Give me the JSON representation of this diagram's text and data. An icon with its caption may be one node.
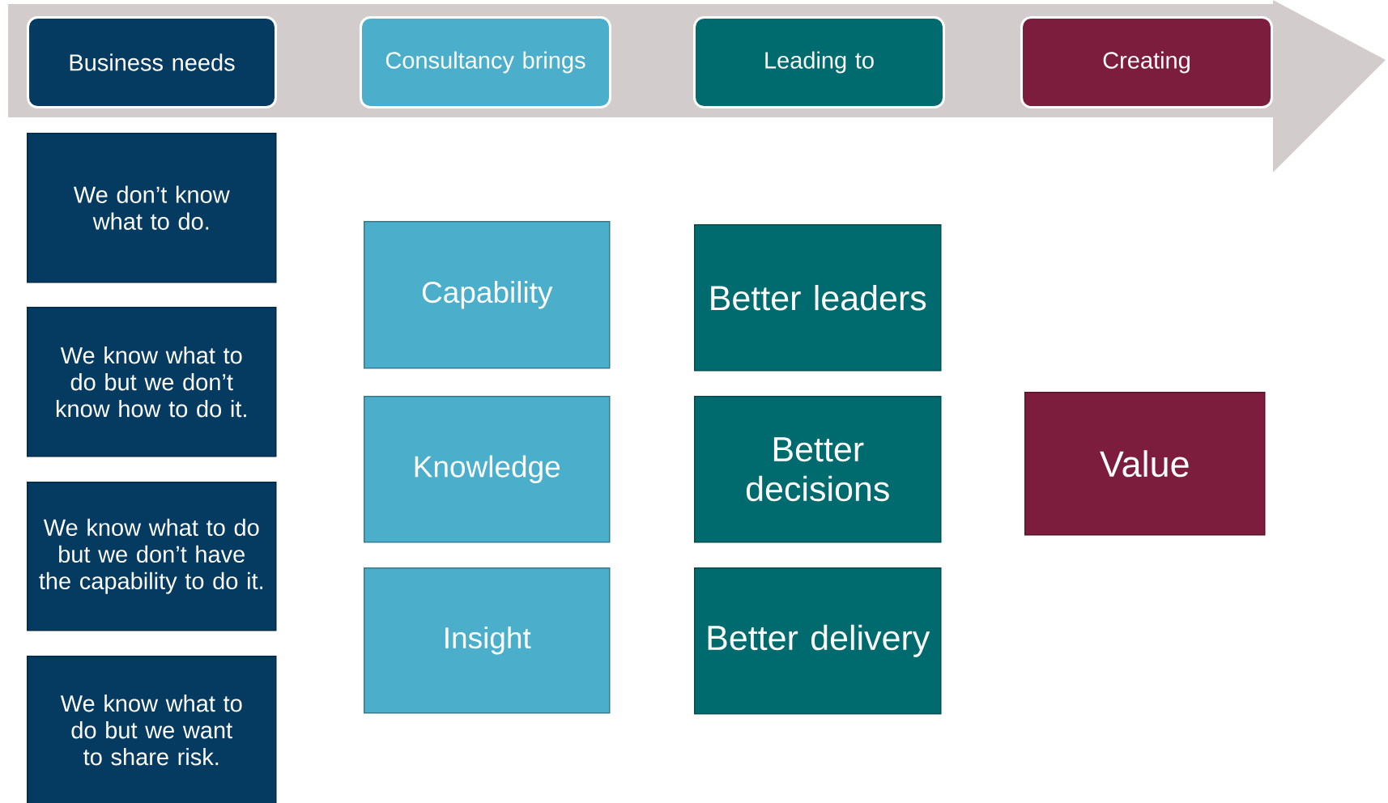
{
  "diagram": {
    "nodes": [
      {
        "text": [
          "Business needs"
        ]
      },
      {
        "text": [
          "Consultancy brings"
        ]
      },
      {
        "text": [
          "Leading to"
        ]
      },
      {
        "text": [
          "Creating"
        ]
      },
      {
        "text": [
          "We don’t know what to do."
        ]
      },
      {
        "text": [
          "We know what to do but we don’t know how to do it."
        ]
      },
      {
        "text": [
          "We know what to do but we don’t have the capability to do it."
        ]
      },
      {
        "text": [
          "We know what to do but we want to share risk."
        ]
      },
      {
        "text": [
          "Capability"
        ]
      },
      {
        "text": [
          "Knowledge"
        ]
      },
      {
        "text": [
          "Insight"
        ]
      },
      {
        "text": [
          "Better leaders"
        ]
      },
      {
        "text": [
          "Better decisions"
        ]
      },
      {
        "text": [
          "Better delivery"
        ]
      },
      {
        "text": [
          "Value"
        ]
      }
    ]
  }
}
